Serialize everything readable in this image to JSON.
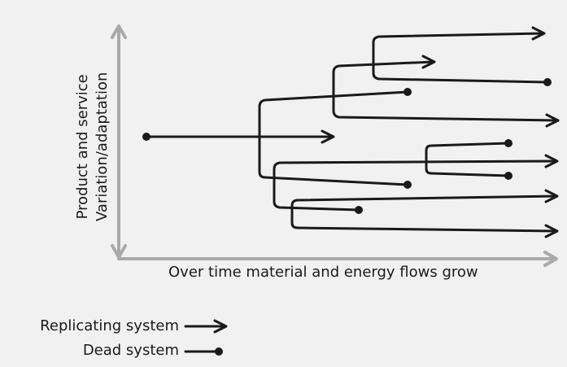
{
  "axes": {
    "y_label_line1": "Product and service",
    "y_label_line2": "Variation/adaptation",
    "x_label": "Over time material and energy flows grow",
    "axis_color": "#a9a9a9"
  },
  "legend": {
    "replicating": "Replicating system",
    "dead": "Dead system"
  },
  "line_color": "#1a1a1a"
}
